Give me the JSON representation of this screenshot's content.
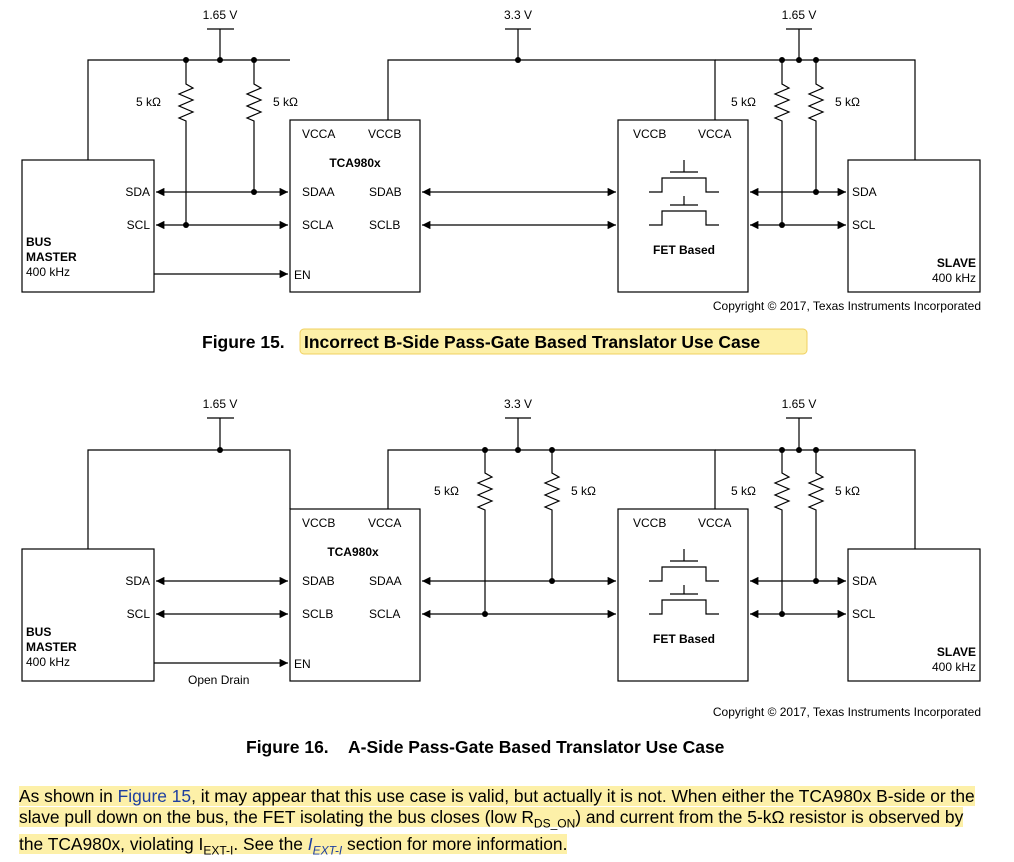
{
  "figure15": {
    "number": "Figure 15.",
    "title": "Incorrect B-Side Pass-Gate Based Translator Use Case",
    "copyright": "Copyright © 2017, Texas Instruments Incorporated",
    "supplies": [
      "1.65 V",
      "3.3 V",
      "1.65 V"
    ],
    "resistors": [
      "5 kΩ",
      "5 kΩ",
      "5 kΩ",
      "5 kΩ"
    ],
    "master": {
      "line1": "BUS",
      "line2": "MASTER",
      "line3": "400 kHz",
      "sda": "SDA",
      "scl": "SCL"
    },
    "translator": {
      "name": "TCA980x",
      "vcc_left": "VCCA",
      "vcc_right": "VCCB",
      "p1l": "SDAA",
      "p1r": "SDAB",
      "p2l": "SCLA",
      "p2r": "SCLB",
      "en": "EN"
    },
    "fet": {
      "vcc_left": "VCCB",
      "vcc_right": "VCCA",
      "label": "FET Based"
    },
    "slave": {
      "sda": "SDA",
      "scl": "SCL",
      "line1": "SLAVE",
      "line2": "400 kHz"
    }
  },
  "figure16": {
    "number": "Figure 16.",
    "title": "A-Side Pass-Gate Based Translator Use Case",
    "copyright": "Copyright © 2017, Texas Instruments Incorporated",
    "supplies": [
      "1.65 V",
      "3.3 V",
      "1.65 V"
    ],
    "resistors": [
      "5 kΩ",
      "5 kΩ",
      "5 kΩ",
      "5 kΩ"
    ],
    "master": {
      "line1": "BUS",
      "line2": "MASTER",
      "line3": "400 kHz",
      "sda": "SDA",
      "scl": "SCL"
    },
    "translator": {
      "name": "TCA980x",
      "vcc_left": "VCCB",
      "vcc_right": "VCCA",
      "p1l": "SDAB",
      "p1r": "SDAA",
      "p2l": "SCLB",
      "p2r": "SCLA",
      "en": "EN"
    },
    "open_drain": "Open Drain",
    "fet": {
      "vcc_left": "VCCB",
      "vcc_right": "VCCA",
      "label": "FET Based"
    },
    "slave": {
      "sda": "SDA",
      "scl": "SCL",
      "line1": "SLAVE",
      "line2": "400 kHz"
    }
  },
  "paragraph": {
    "t1": "As shown in ",
    "link": "Figure 15",
    "t2": ", it may appear that this use case is valid, but actually it is not. When either the TCA980x B-side or the slave pull down on the bus, the FET isolating the bus closes (low R",
    "sub_rdson": "DS_ON",
    "t3": ") and current from the 5-kΩ resistor is observed by the TCA980x, violating I",
    "sub_ext1": "EXT-I",
    "t4": ". See the ",
    "i_main": "I",
    "i_sub": "EXT-I",
    "t5": " section for more information."
  },
  "colors": {
    "highlight": "#fdf0a8",
    "link": "#1e3fa0",
    "line": "#000000"
  }
}
